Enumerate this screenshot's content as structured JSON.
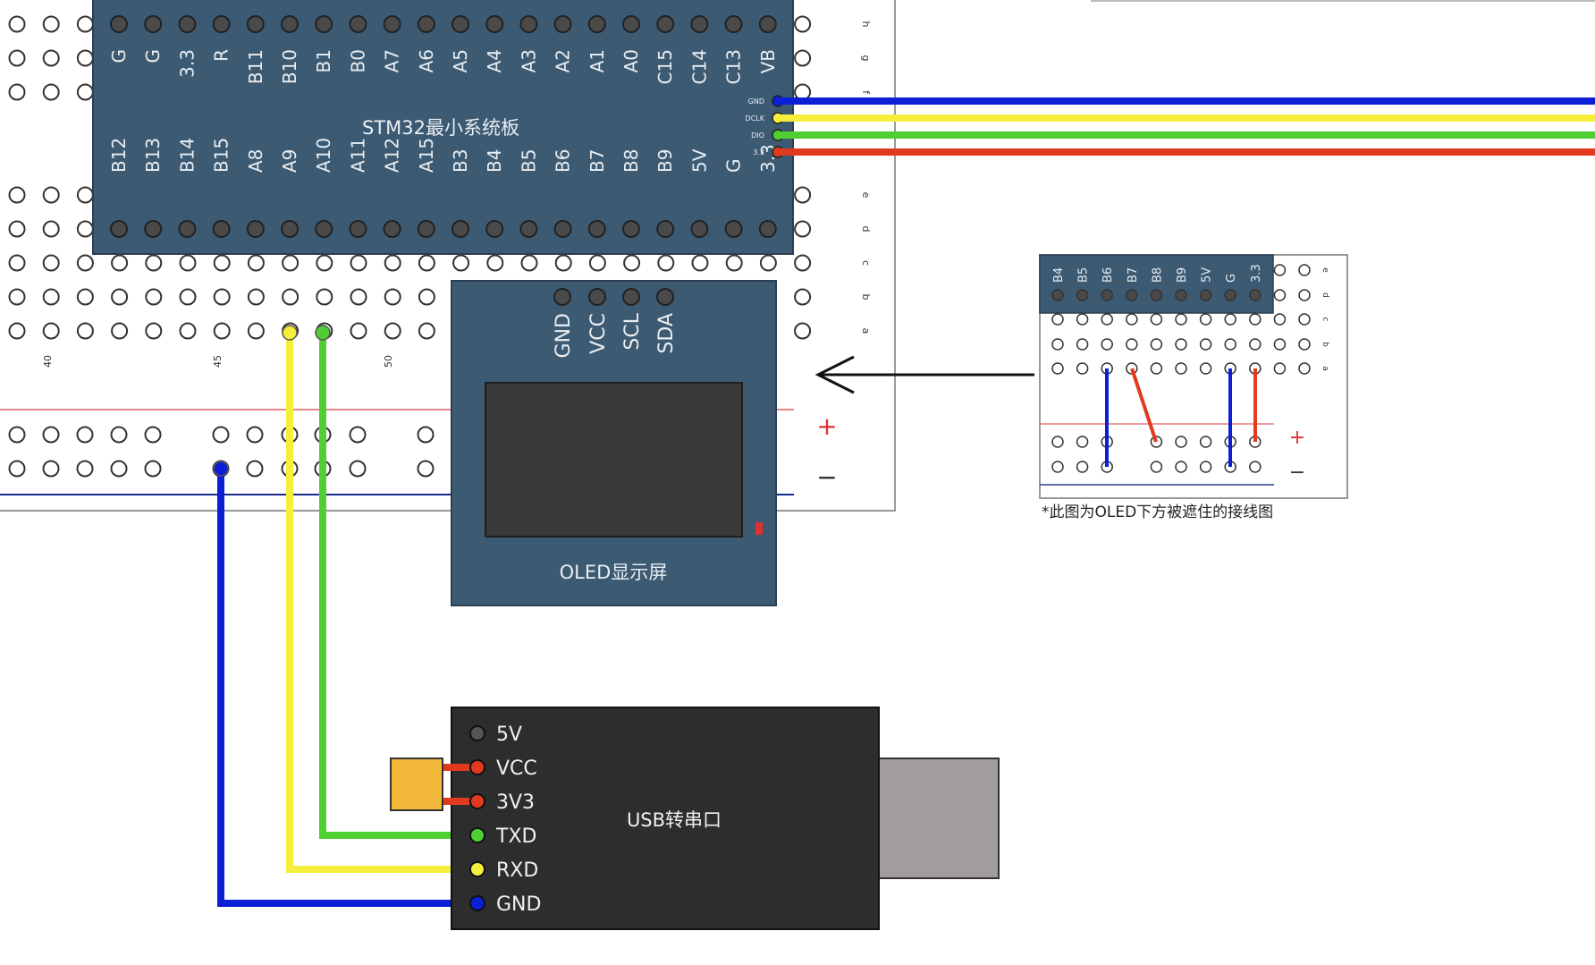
{
  "colors": {
    "board": "#3d5a73",
    "oled_screen": "#3a3a3a",
    "usb_body": "#2d2d2d",
    "usb_plug": "#a39c9c",
    "wire_gnd": "#0a1fd6",
    "wire_rx": "#f5ef3b",
    "wire_tx": "#4fcf32",
    "wire_pwr": "#e23a1f",
    "crystal": "#f2b93b"
  },
  "breadboard": {
    "column_numbers": [
      "40",
      "45",
      "50"
    ],
    "row_letters_top": [
      "h",
      "g",
      "f"
    ],
    "row_letters_bottom": [
      "e",
      "d",
      "c",
      "b",
      "a"
    ],
    "rail_plus": "+",
    "rail_minus": "−"
  },
  "stm32": {
    "title": "STM32最小系统板",
    "top_pins": [
      "G",
      "G",
      "3.3",
      "R",
      "B11",
      "B10",
      "B1",
      "B0",
      "A7",
      "A6",
      "A5",
      "A4",
      "A3",
      "A2",
      "A1",
      "A0",
      "C15",
      "C14",
      "C13",
      "VB"
    ],
    "bottom_pins": [
      "B12",
      "B13",
      "B14",
      "B15",
      "A8",
      "A9",
      "A10",
      "A11",
      "A12",
      "A15",
      "B3",
      "B4",
      "B5",
      "B6",
      "B7",
      "B8",
      "B9",
      "5V",
      "G",
      "3.3"
    ],
    "debug_pins": [
      "GND",
      "DCLK",
      "DIO",
      "3.3"
    ]
  },
  "oled": {
    "pins": [
      "GND",
      "VCC",
      "SCL",
      "SDA"
    ],
    "label": "OLED显示屏"
  },
  "usb": {
    "pins": [
      "5V",
      "VCC",
      "3V3",
      "TXD",
      "RXD",
      "GND"
    ],
    "label": "USB转串口"
  },
  "inset": {
    "pins": [
      "B4",
      "B5",
      "B6",
      "B7",
      "B8",
      "B9",
      "5V",
      "G",
      "3.3"
    ],
    "row_letters": [
      "e",
      "d",
      "c",
      "b",
      "a"
    ],
    "rail_plus": "+",
    "rail_minus": "−",
    "caption": "*此图为OLED下方被遮住的接线图"
  }
}
